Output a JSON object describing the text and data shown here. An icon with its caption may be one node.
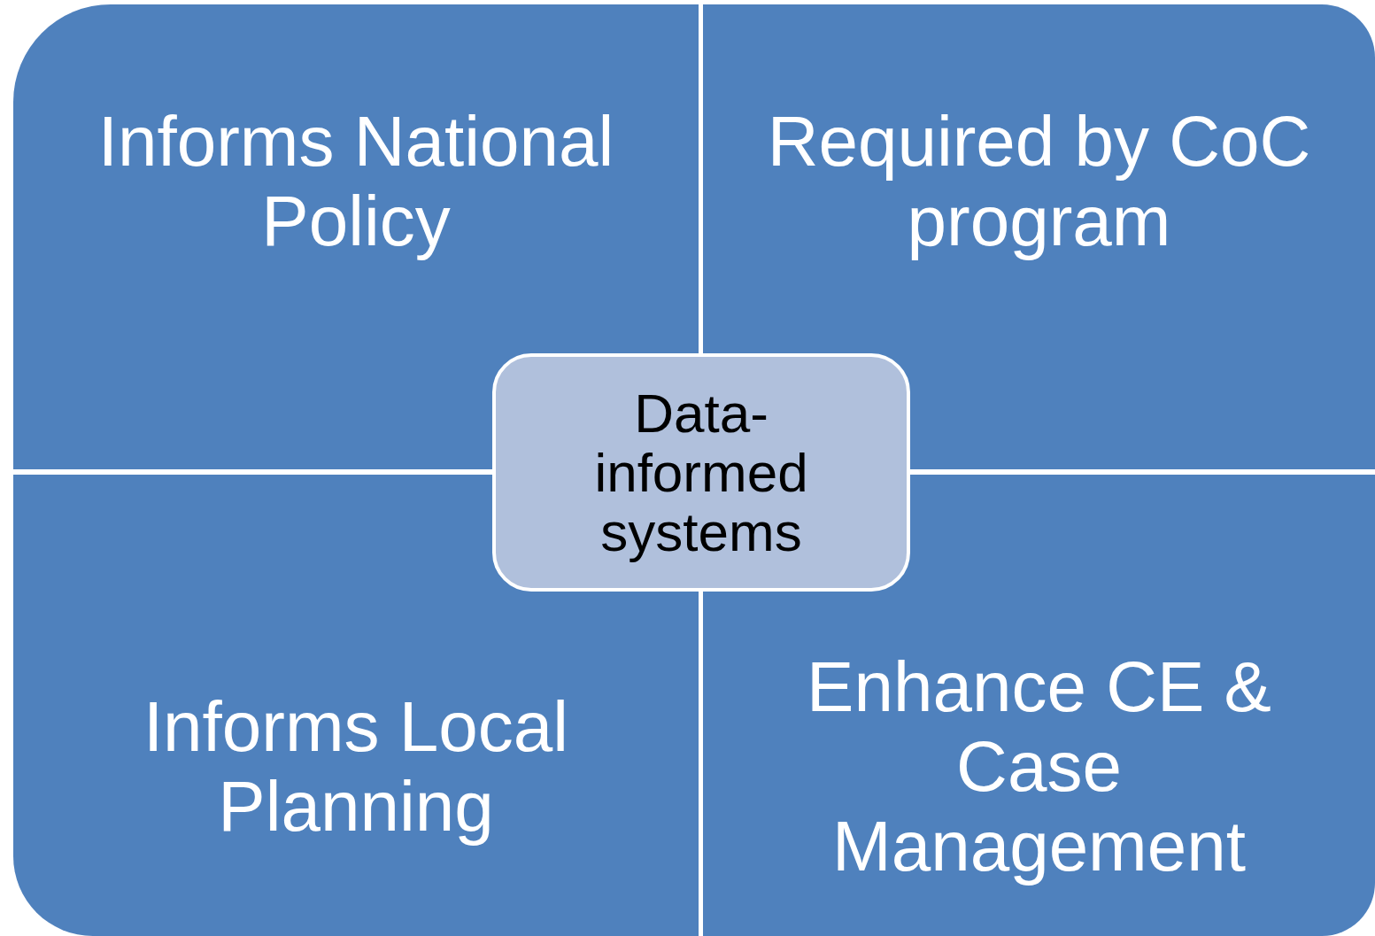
{
  "diagram": {
    "nodes": [
      {
        "text": [
          "Informs National Policy"
        ]
      },
      {
        "text": [
          "Required by CoC program"
        ]
      },
      {
        "text": [
          "Informs Local Planning"
        ]
      },
      {
        "text": [
          "Enhance CE & Case Management"
        ]
      },
      {
        "text": [
          "Data-informed systems"
        ]
      }
    ]
  }
}
